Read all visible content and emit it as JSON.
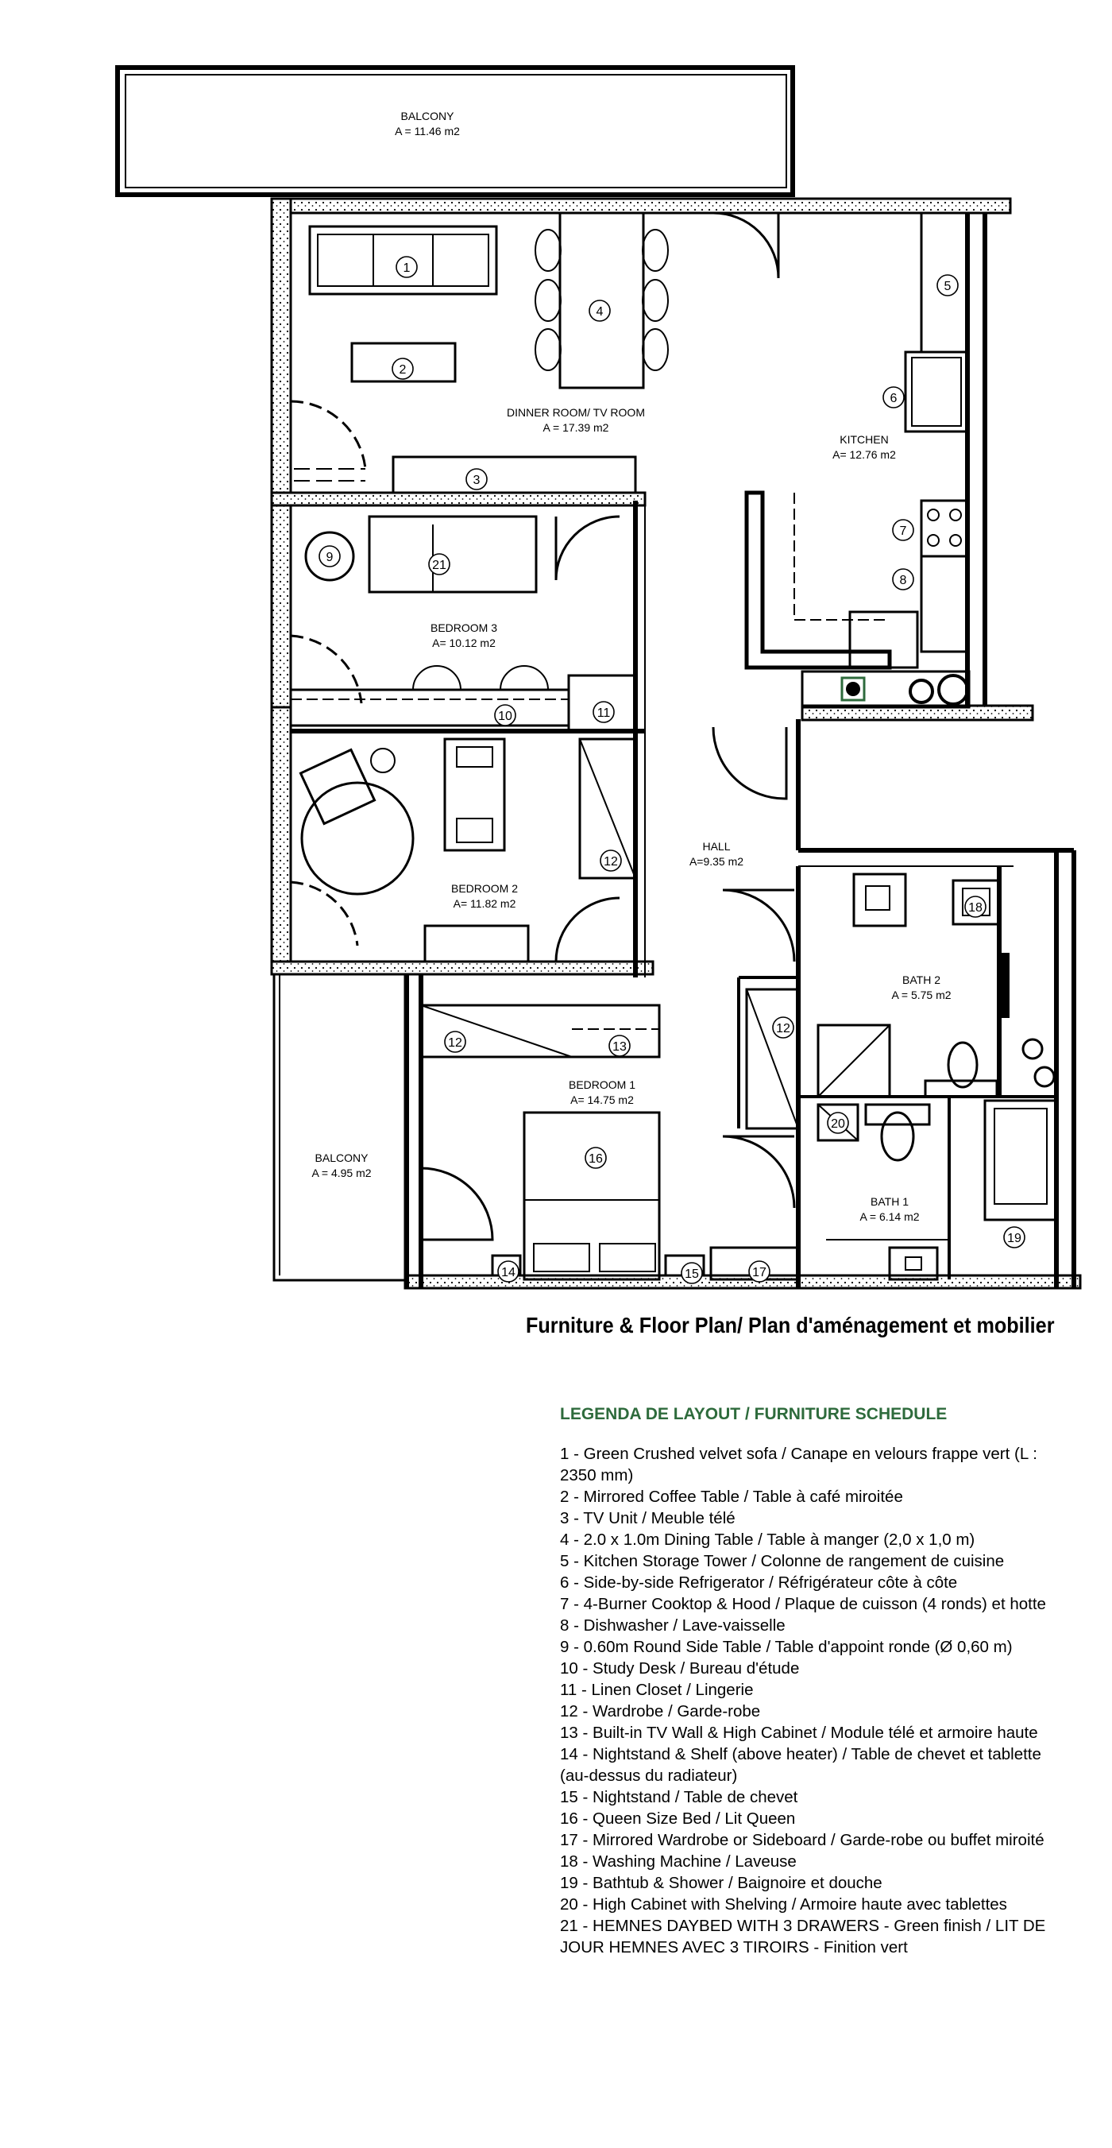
{
  "rooms": [
    {
      "name": "BALCONY",
      "area": "A = 11.46 m2"
    },
    {
      "name": "DINNER ROOM/ TV ROOM",
      "area": "A = 17.39 m2"
    },
    {
      "name": "KITCHEN",
      "area": "A=  12.76 m2"
    },
    {
      "name": "BEDROOM 3",
      "area": "A=  10.12 m2"
    },
    {
      "name": "HALL",
      "area": "A=9.35 m2"
    },
    {
      "name": "BEDROOM 2",
      "area": "A=  11.82 m2"
    },
    {
      "name": "BATH 2",
      "area": "A =  5.75 m2"
    },
    {
      "name": "BEDROOM 1",
      "area": "A=  14.75 m2"
    },
    {
      "name": "BALCONY",
      "area": "A =  4.95 m2"
    },
    {
      "name": "BATH 1",
      "area": "A =  6.14 m2"
    }
  ],
  "markers": [
    "1",
    "2",
    "3",
    "4",
    "5",
    "6",
    "7",
    "8",
    "9",
    "10",
    "11",
    "12",
    "12",
    "12",
    "13",
    "14",
    "15",
    "16",
    "17",
    "18",
    "19",
    "20",
    "21"
  ],
  "plan_title": "Furniture & Floor Plan/ Plan d'aménagement et mobilier",
  "legend": {
    "heading": "LEGENDA DE LAYOUT / FURNITURE SCHEDULE",
    "items": [
      "1 - Green Crushed velvet sofa / Canape en velours frappe vert (L : 2350 mm)",
      "2 - Mirrored Coffee Table / Table à café miroitée",
      "3 - TV Unit / Meuble télé",
      "4 - 2.0 x 1.0m Dining Table / Table à manger (2,0 x 1,0 m)",
      "5 - Kitchen Storage Tower / Colonne de rangement de cuisine",
      "6 - Side-by-side Refrigerator / Réfrigérateur côte à côte",
      "7 - 4-Burner Cooktop & Hood / Plaque de cuisson (4 ronds) et hotte",
      "8 - Dishwasher / Lave-vaisselle",
      "9 - 0.60m Round Side Table / Table d'appoint ronde (Ø 0,60 m)",
      "10 - Study Desk / Bureau d'étude",
      "11 - Linen Closet / Lingerie",
      "12 - Wardrobe / Garde-robe",
      "13 - Built-in TV Wall & High Cabinet / Module télé et armoire haute",
      "14 - Nightstand & Shelf (above heater) / Table de chevet et tablette (au-dessus du radiateur)",
      "15 - Nightstand / Table de chevet",
      "16 - Queen Size Bed / Lit Queen",
      "17 - Mirrored Wardrobe or Sideboard / Garde-robe ou buffet miroité",
      "18 - Washing Machine / Laveuse",
      "19 - Bathtub & Shower / Baignoire et douche",
      "20 - High Cabinet with Shelving / Armoire haute avec tablettes",
      "21 -  HEMNES DAYBED WITH 3 DRAWERS - Green finish / LIT DE JOUR HEMNES AVEC 3 TIROIRS - Finition vert"
    ]
  }
}
